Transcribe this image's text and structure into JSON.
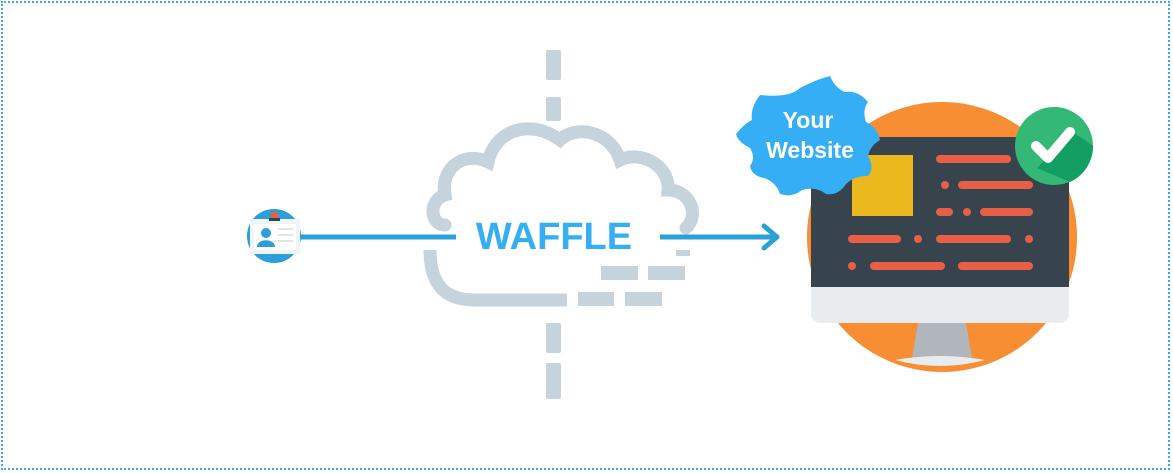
{
  "diagram": {
    "center_label": "WAFFLE",
    "badge_line1": "Your",
    "badge_line2": "Website",
    "nodes": [
      {
        "id": "user",
        "icon": "id-card-icon"
      },
      {
        "id": "waffle",
        "icon": "cloud-icon"
      },
      {
        "id": "website",
        "icon": "monitor-icon"
      }
    ],
    "status_icon": "checkmark-icon",
    "colors": {
      "frame": "#3aa9ee",
      "line": "#2a9fd8",
      "cloud": "#c5d3dd",
      "label": "#35aef6",
      "orange": "#f88e33",
      "screen": "#37444e",
      "code": "#e85f46",
      "yellow": "#ebb81e",
      "green": "#33b876",
      "badge": "#35aef6"
    }
  }
}
